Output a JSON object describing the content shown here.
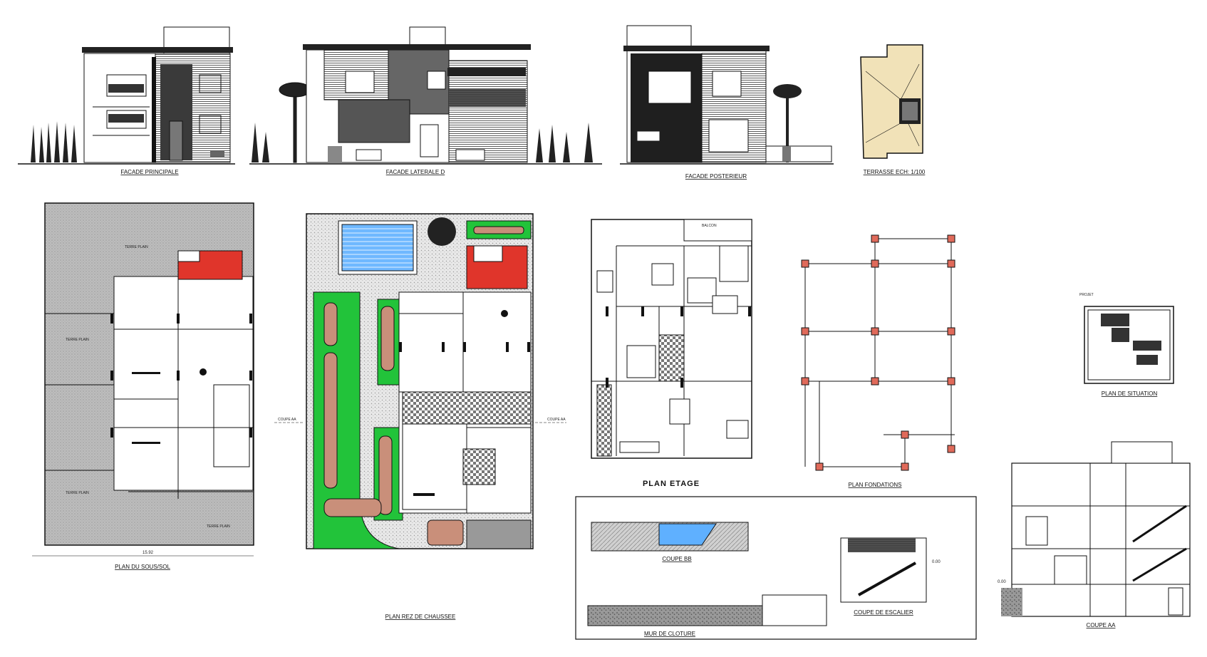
{
  "sheet": {
    "background": "#ffffff",
    "line_color": "#111111",
    "fill_gray": "#b9b9b9",
    "stair_red": "#e0352b",
    "garden_green": "#22c33a",
    "pool_blue": "#5fb0ff",
    "terrace_cream": "#f1e2b8",
    "paving_brown": "#c98f7a"
  },
  "drawings": {
    "facade_principale": "FACADE PRINCIPALE",
    "facade_laterale": "FACADE LATERALE D",
    "facade_posterieur": "FACADE POSTERIEUR",
    "terrasse": "TERRASSE ECH: 1/100",
    "plan_sous_sol": "PLAN DU SOUS/SOL",
    "plan_rdc": "PLAN REZ DE CHAUSSEE",
    "plan_etage": "PLAN ETAGE",
    "plan_fondations": "PLAN FONDATIONS",
    "plan_situation": "PLAN DE SITUATION",
    "coupe_aa": "COUPE AA",
    "coupe_bb": "COUPE BB",
    "coupe_escalier": "COUPE DE ESCALIER",
    "mur_cloture": "MUR DE CLOTURE"
  },
  "annotations": {
    "terre_plain": "TERRE PLAIN",
    "coupe_aa_marker": "COUPE AA",
    "dimension_width": "15.92",
    "balcon": "BALCON",
    "projet": "PROJET",
    "level_zero": "0.00"
  }
}
